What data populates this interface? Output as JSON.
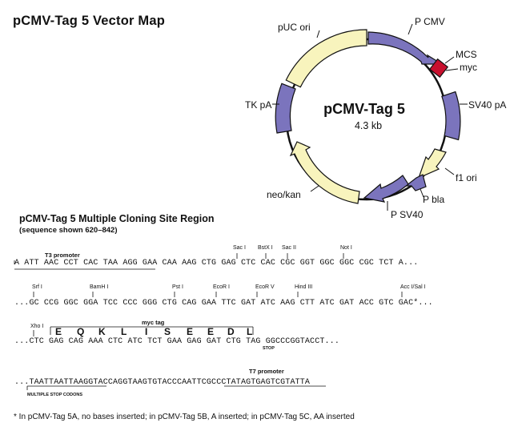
{
  "title": "pCMV-Tag 5 Vector Map",
  "map": {
    "name": "pCMV-Tag 5",
    "size": "4.3 kb",
    "colors": {
      "purple": "#7b74bd",
      "yellow": "#f8f4bd",
      "red": "#c8102e"
    },
    "features": [
      {
        "label": "P CMV",
        "color": "purple"
      },
      {
        "label": "MCS",
        "color": "red"
      },
      {
        "label": "myc",
        "color": "red"
      },
      {
        "label": "SV40 pA",
        "color": "purple"
      },
      {
        "label": "f1 ori",
        "color": "yellow"
      },
      {
        "label": "P bla",
        "color": "purple"
      },
      {
        "label": "P SV40",
        "color": "purple"
      },
      {
        "label": "neo/kan",
        "color": "yellow"
      },
      {
        "label": "TK pA",
        "color": "purple"
      },
      {
        "label": "pUC ori",
        "color": "yellow"
      }
    ]
  },
  "mcs": {
    "title": "pCMV-Tag 5 Multiple Cloning Site Region",
    "subtitle": "(sequence shown 620–842)",
    "line1": {
      "promoter": "T3 promoter",
      "sites": [
        "Sac I",
        "BstX I",
        "Sac II",
        "Not I"
      ],
      "seq": "A ATT AAC CCT CAC TAA AGG GAA CAA AAG CTG GAG CTC CAC CGC GGT GGC GGC CGC TCT A..."
    },
    "line2": {
      "sites": [
        "Srf I",
        "BamH I",
        "Pst I",
        "EcoR I",
        "EcoR V",
        "Hind III",
        "Acc I/Sal I"
      ],
      "seq": "...GC CCG GGC GGA TCC CCC GGG CTG CAG GAA TTC GAT ATC AAG CTT ATC GAT ACC GTC GAC*..."
    },
    "line3": {
      "site": "Xho I",
      "tag": "myc tag",
      "amino_acids": [
        "E",
        "Q",
        "K",
        "L",
        "I",
        "S",
        "E",
        "E",
        "D",
        "L"
      ],
      "seq": "...CTC GAG CAG AAA CTC ATC TCT GAA GAG GAT CTG TAG GGCCCGGTACCT...",
      "stop": "STOP"
    },
    "line4": {
      "promoter": "T7 promoter",
      "seq": "...TAATTAATTAAGGTACCAGGTAAGTGTACCCAATTCGCCCTATAGTGAGTCGTATTA",
      "stop_codons": "MULTIPLE STOP CODONS"
    },
    "footnote": "* In pCMV-Tag 5A, no bases inserted; in pCMV-Tag 5B, A inserted; in pCMV-Tag 5C, AA inserted"
  }
}
